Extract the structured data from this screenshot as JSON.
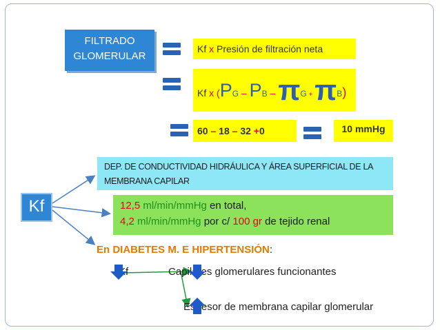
{
  "filtrado": {
    "line1": "FILTRADO",
    "line2": "GLOMERULAR"
  },
  "eq1": {
    "text": "Kf ",
    "x": "x",
    "rest": " Presión de filtración neta"
  },
  "eq2": {
    "kf": "Kf ",
    "x": "x",
    "open": " (",
    "pg": "P",
    "pg_sub": "G",
    "minus1": " – ",
    "pb": "P",
    "pb_sub": "B",
    "minus2": " – ",
    "pi1": "π",
    "pi1_sub": "G",
    "plus": " + ",
    "pi2": "π",
    "pi2_sub": "B",
    "close": ")"
  },
  "eq3": {
    "v1": "60",
    "m1": " – ",
    "v2": "18",
    "m2": " – ",
    "v3": "32",
    "p": " +",
    "v4": "0"
  },
  "result": "10 mmHg",
  "kf_label": "Kf",
  "dep": {
    "line1": "DEP. DE CONDUCTIVIDAD HIDRÁULICA Y ÁREA SUPERFICIAL DE LA",
    "line2": "MEMBRANA CAPILAR"
  },
  "values": {
    "v1": "12,5",
    "u1": " ml/min/mmHg",
    "r1": " en total,",
    "v2": "4,2",
    "u2": " ml/min/mmHg",
    "r2": " por c/",
    "v3": " 100 gr",
    "r3": " de tejido renal"
  },
  "diabetes": {
    "title": "En DIABETES M. E HIPERTENSIÓN",
    "colon": ":"
  },
  "effects": {
    "kf": "Kf",
    "capilares": "Capilares glomerulares funcionantes",
    "espesor": "Espesor de membrana capilar glomerular"
  },
  "colors": {
    "blue_box": "#2f86d4",
    "yellow": "#ffff00",
    "cyan": "#8ee7f7",
    "green": "#8ce25a",
    "equals": "#2b63b4",
    "accent_red": "#e8001c"
  }
}
